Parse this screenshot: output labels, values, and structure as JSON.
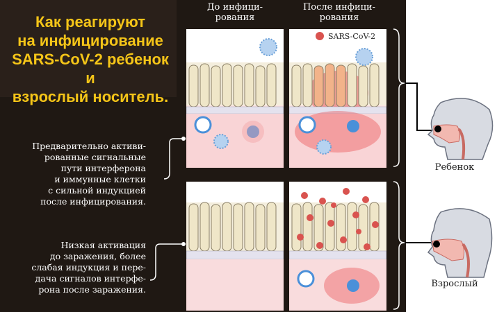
{
  "title_lines": [
    "Как реагируют",
    "на инфицирование",
    "SARS-CoV-2 ребенок и",
    "взрослый носитель."
  ],
  "headers": {
    "before": [
      "До инфици-",
      "рования"
    ],
    "after": [
      "После инфици-",
      "рования"
    ]
  },
  "virus_label": "SARS-CoV-2",
  "child_description": [
    "Предварительно активи-",
    "рованные сигнальные",
    "пути интерферона",
    "и иммунные клетки",
    "с сильной индукцией",
    "после инфицирования."
  ],
  "adult_description": [
    "Низкая активация",
    "до заражения, более",
    "слабая индукция и пере-",
    "дача сигналов интерфе-",
    "рона после заражения."
  ],
  "child_label": "Ребенок",
  "adult_label": "Взрослый",
  "colors": {
    "title": "#f5c518",
    "background": "#1f1813",
    "virus": "#d9534f",
    "immune_cell": "#4a90d9",
    "inflammation": "#e8383d"
  }
}
